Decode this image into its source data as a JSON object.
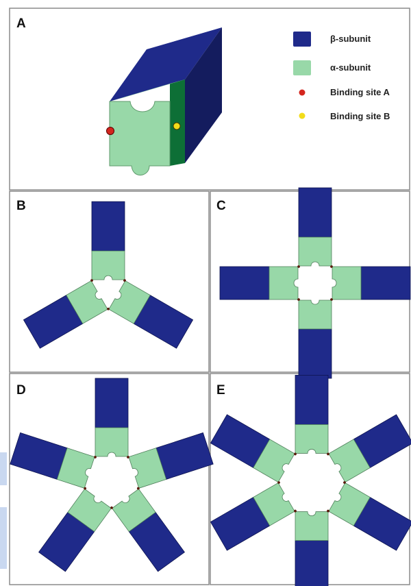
{
  "panels": {
    "A": {
      "label": "A"
    },
    "B": {
      "label": "B",
      "subunits": 3
    },
    "C": {
      "label": "C",
      "subunits": 4
    },
    "D": {
      "label": "D",
      "subunits": 5
    },
    "E": {
      "label": "E",
      "subunits": 6
    }
  },
  "legend": {
    "beta": {
      "label": "β-subunit",
      "color": "#1f2a8a"
    },
    "alpha": {
      "label": "α-subunit",
      "color": "#98d8a8"
    },
    "site_a": {
      "label": "Binding site A",
      "color": "#d4261e"
    },
    "site_b": {
      "label": "Binding site B",
      "color": "#f2dc1a"
    }
  },
  "colors": {
    "beta": "#1f2a8a",
    "beta_side": "#141c5e",
    "alpha": "#98d8a8",
    "alpha_side": "#0d6f36",
    "border": "#808080"
  }
}
